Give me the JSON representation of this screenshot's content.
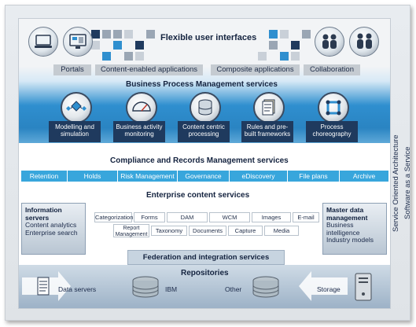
{
  "title_flexible": "Flexible user interfaces",
  "ui_chips": [
    "Portals",
    "Content-enabled applications",
    "Composite applications",
    "Collaboration"
  ],
  "title_bpm": "Business Process Management services",
  "bpm_services": [
    {
      "label": "Modelling and simulation",
      "icon": "flow-diagram-icon"
    },
    {
      "label": "Business activity monitoring",
      "icon": "gauge-icon"
    },
    {
      "label": "Content centric processing",
      "icon": "database-icon"
    },
    {
      "label": "Rules and pre-built frameworks",
      "icon": "document-stack-icon"
    },
    {
      "label": "Process choreography",
      "icon": "cycle-icon"
    }
  ],
  "title_compliance": "Compliance and Records Management services",
  "compliance_items": [
    "Retention",
    "Holds",
    "Risk Management",
    "Governance",
    "eDiscovery",
    "File plans",
    "Archive"
  ],
  "title_ecs": "Enterprise content services",
  "info_servers": {
    "title": "Information servers",
    "lines": [
      "Content analytics",
      "Enterprise search"
    ]
  },
  "master_data": {
    "title": "Master data management",
    "lines": [
      "Business intelligence",
      "Industry models"
    ]
  },
  "ecs_row1": [
    "Categorization",
    "Forms",
    "DAM",
    "WCM",
    "Images",
    "E-mail"
  ],
  "ecs_row2": [
    "Report Management",
    "Taxonomy",
    "Documents",
    "Capture",
    "Media"
  ],
  "title_federation": "Federation and integration services",
  "title_repositories": "Repositories",
  "repositories": {
    "data_servers": "Data servers",
    "ibm": "IBM",
    "other": "Other",
    "storage": "Storage"
  },
  "side_labels": {
    "soa": "Service Oriented Architecture",
    "saas": "Software as a Service"
  },
  "colors": {
    "accent_blue": "#2f8fcf",
    "dark_navy": "#1f3a5e",
    "compliance_blue": "#38a6dc"
  }
}
